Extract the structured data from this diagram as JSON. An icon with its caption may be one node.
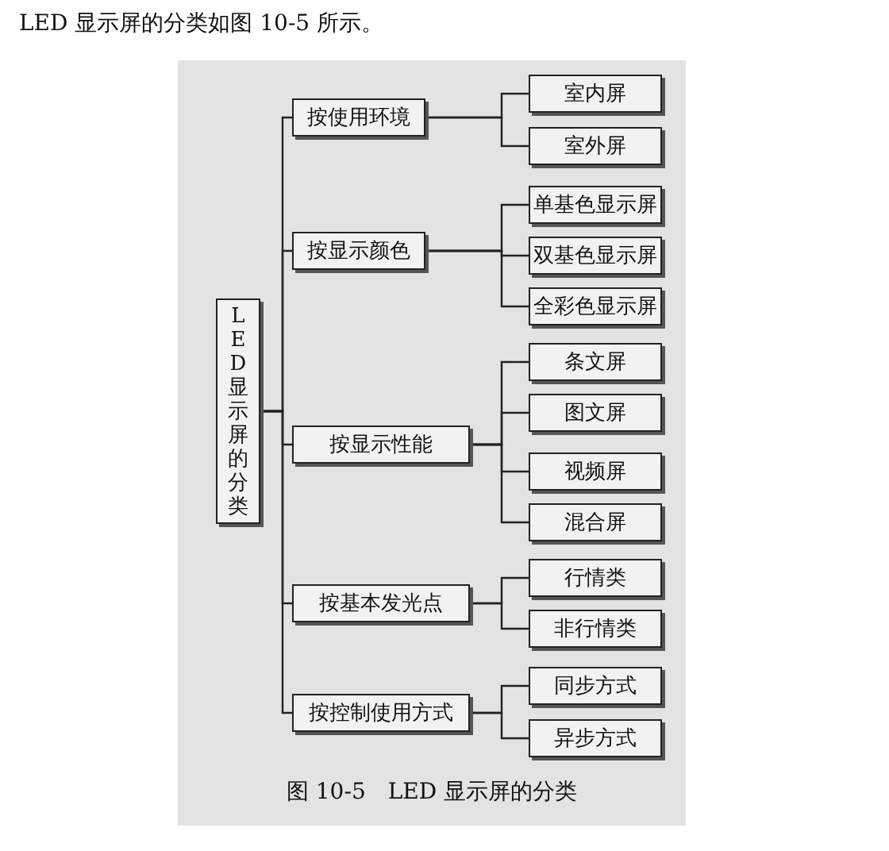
{
  "diagram": {
    "caption": "图 10-5　LED 显示屏的分类",
    "nodes": [
      {
        "text": [
          "LED显示屏的分类"
        ]
      },
      {
        "text": [
          "按使用环境"
        ]
      },
      {
        "text": [
          "室内屏"
        ]
      },
      {
        "text": [
          "室外屏"
        ]
      },
      {
        "text": [
          "按显示颜色"
        ]
      },
      {
        "text": [
          "单基色显示屏"
        ]
      },
      {
        "text": [
          "双基色显示屏"
        ]
      },
      {
        "text": [
          "全彩色显示屏"
        ]
      },
      {
        "text": [
          "按显示性能"
        ]
      },
      {
        "text": [
          "条文屏"
        ]
      },
      {
        "text": [
          "图文屏"
        ]
      },
      {
        "text": [
          "视频屏"
        ]
      },
      {
        "text": [
          "混合屏"
        ]
      },
      {
        "text": [
          "按基本发光点"
        ]
      },
      {
        "text": [
          "行情类"
        ]
      },
      {
        "text": [
          "非行情类"
        ]
      },
      {
        "text": [
          "按控制使用方式"
        ]
      },
      {
        "text": [
          "同步方式"
        ]
      },
      {
        "text": [
          "异步方式"
        ]
      }
    ],
    "edges": [
      {
        "from": 0,
        "to": 1,
        "arrow": "none"
      },
      {
        "from": 1,
        "to": 2,
        "arrow": "none"
      },
      {
        "from": 1,
        "to": 3,
        "arrow": "none"
      },
      {
        "from": 0,
        "to": 4,
        "arrow": "none"
      },
      {
        "from": 4,
        "to": 5,
        "arrow": "none"
      },
      {
        "from": 4,
        "to": 6,
        "arrow": "none"
      },
      {
        "from": 4,
        "to": 7,
        "arrow": "none"
      },
      {
        "from": 0,
        "to": 8,
        "arrow": "none"
      },
      {
        "from": 8,
        "to": 9,
        "arrow": "none"
      },
      {
        "from": 8,
        "to": 10,
        "arrow": "none"
      },
      {
        "from": 8,
        "to": 11,
        "arrow": "none"
      },
      {
        "from": 8,
        "to": 12,
        "arrow": "none"
      },
      {
        "from": 0,
        "to": 13,
        "arrow": "none"
      },
      {
        "from": 13,
        "to": 14,
        "arrow": "none"
      },
      {
        "from": 13,
        "to": 15,
        "arrow": "none"
      },
      {
        "from": 0,
        "to": 16,
        "arrow": "none"
      },
      {
        "from": 16,
        "to": 17,
        "arrow": "none"
      },
      {
        "from": 16,
        "to": 18,
        "arrow": "none"
      }
    ],
    "labels": [
      "LED 显示屏的分类如图 10-5 所示。"
    ]
  }
}
